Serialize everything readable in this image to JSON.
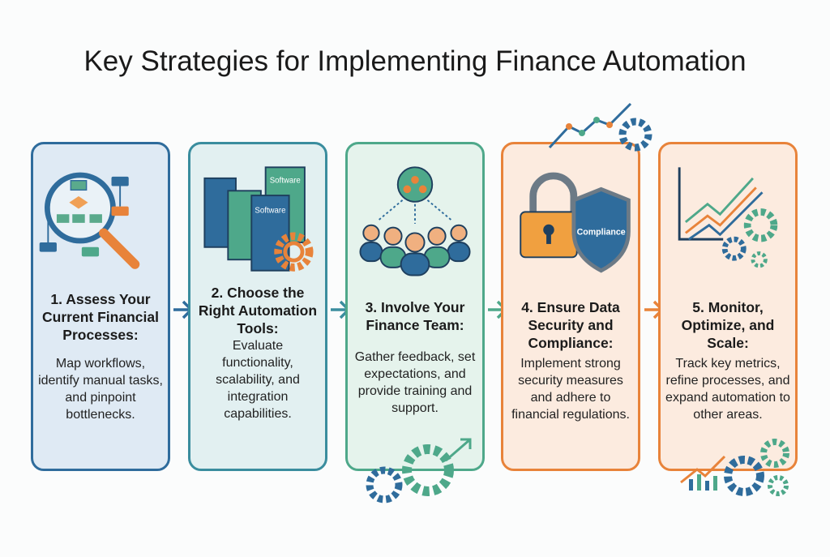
{
  "title": "Key Strategies for Implementing Finance Automation",
  "steps": [
    {
      "heading": "1. Assess Your Current Financial Processes:",
      "body": "Map workflows, identify manual tasks, and pinpoint bottlenecks.",
      "icon": "magnifier-flowchart-icon",
      "color": "#2f6c9c"
    },
    {
      "heading": "2. Choose the Right Automation Tools:",
      "body": "Evaluate functionality, scalability, and integration capabilities.",
      "icon": "software-boxes-icon",
      "color": "#3a8d9e",
      "icon_labels": [
        "Software",
        "Software"
      ]
    },
    {
      "heading": "3. Involve Your Finance Team:",
      "body": "Gather feedback, set expectations, and provide training and support.",
      "icon": "team-icon",
      "color": "#4ea88a"
    },
    {
      "heading": "4. Ensure Data Security and Compliance:",
      "body": "Implement strong security measures and adhere to financial regulations.",
      "icon": "lock-shield-icon",
      "color": "#e8833a",
      "icon_labels": [
        "Compliance"
      ]
    },
    {
      "heading": "5. Monitor, Optimize, and Scale:",
      "body": "Track key metrics, refine processes, and expand automation to other areas.",
      "icon": "growth-chart-gears-icon",
      "color": "#e8833a"
    }
  ]
}
